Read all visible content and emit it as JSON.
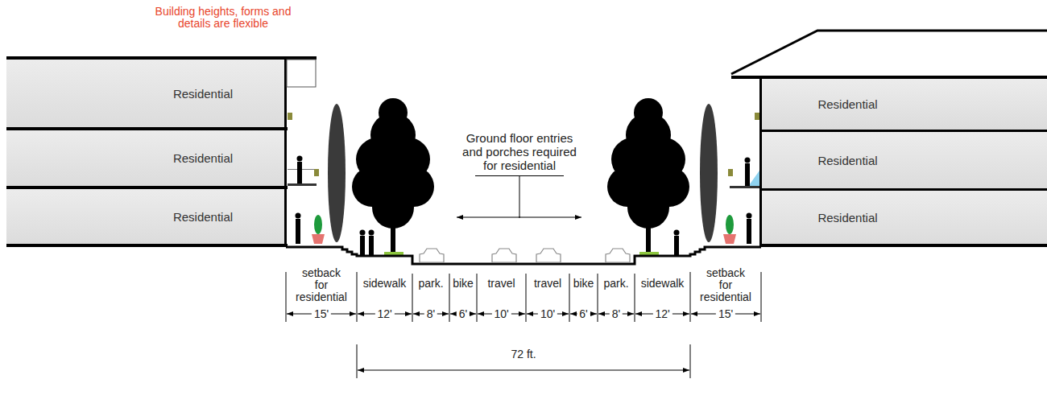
{
  "diagram": {
    "nodes": [
      {
        "text": [
          "Residential"
        ]
      },
      {
        "text": [
          "Residential"
        ]
      },
      {
        "text": [
          "Residential"
        ]
      },
      {
        "text": [
          "Residential"
        ]
      },
      {
        "text": [
          "Residential"
        ]
      },
      {
        "text": [
          "Residential"
        ]
      }
    ],
    "labels": [
      "Building heights, forms and details are flexible",
      "Ground floor entries and porches required for residential",
      "setback for residential",
      "15'",
      "sidewalk",
      "12'",
      "park.",
      "8'",
      "bike",
      "6'",
      "travel",
      "10'",
      "travel",
      "10'",
      "bike",
      "6'",
      "park.",
      "8'",
      "sidewalk",
      "12'",
      "setback for residential",
      "15'",
      "72 ft."
    ]
  }
}
